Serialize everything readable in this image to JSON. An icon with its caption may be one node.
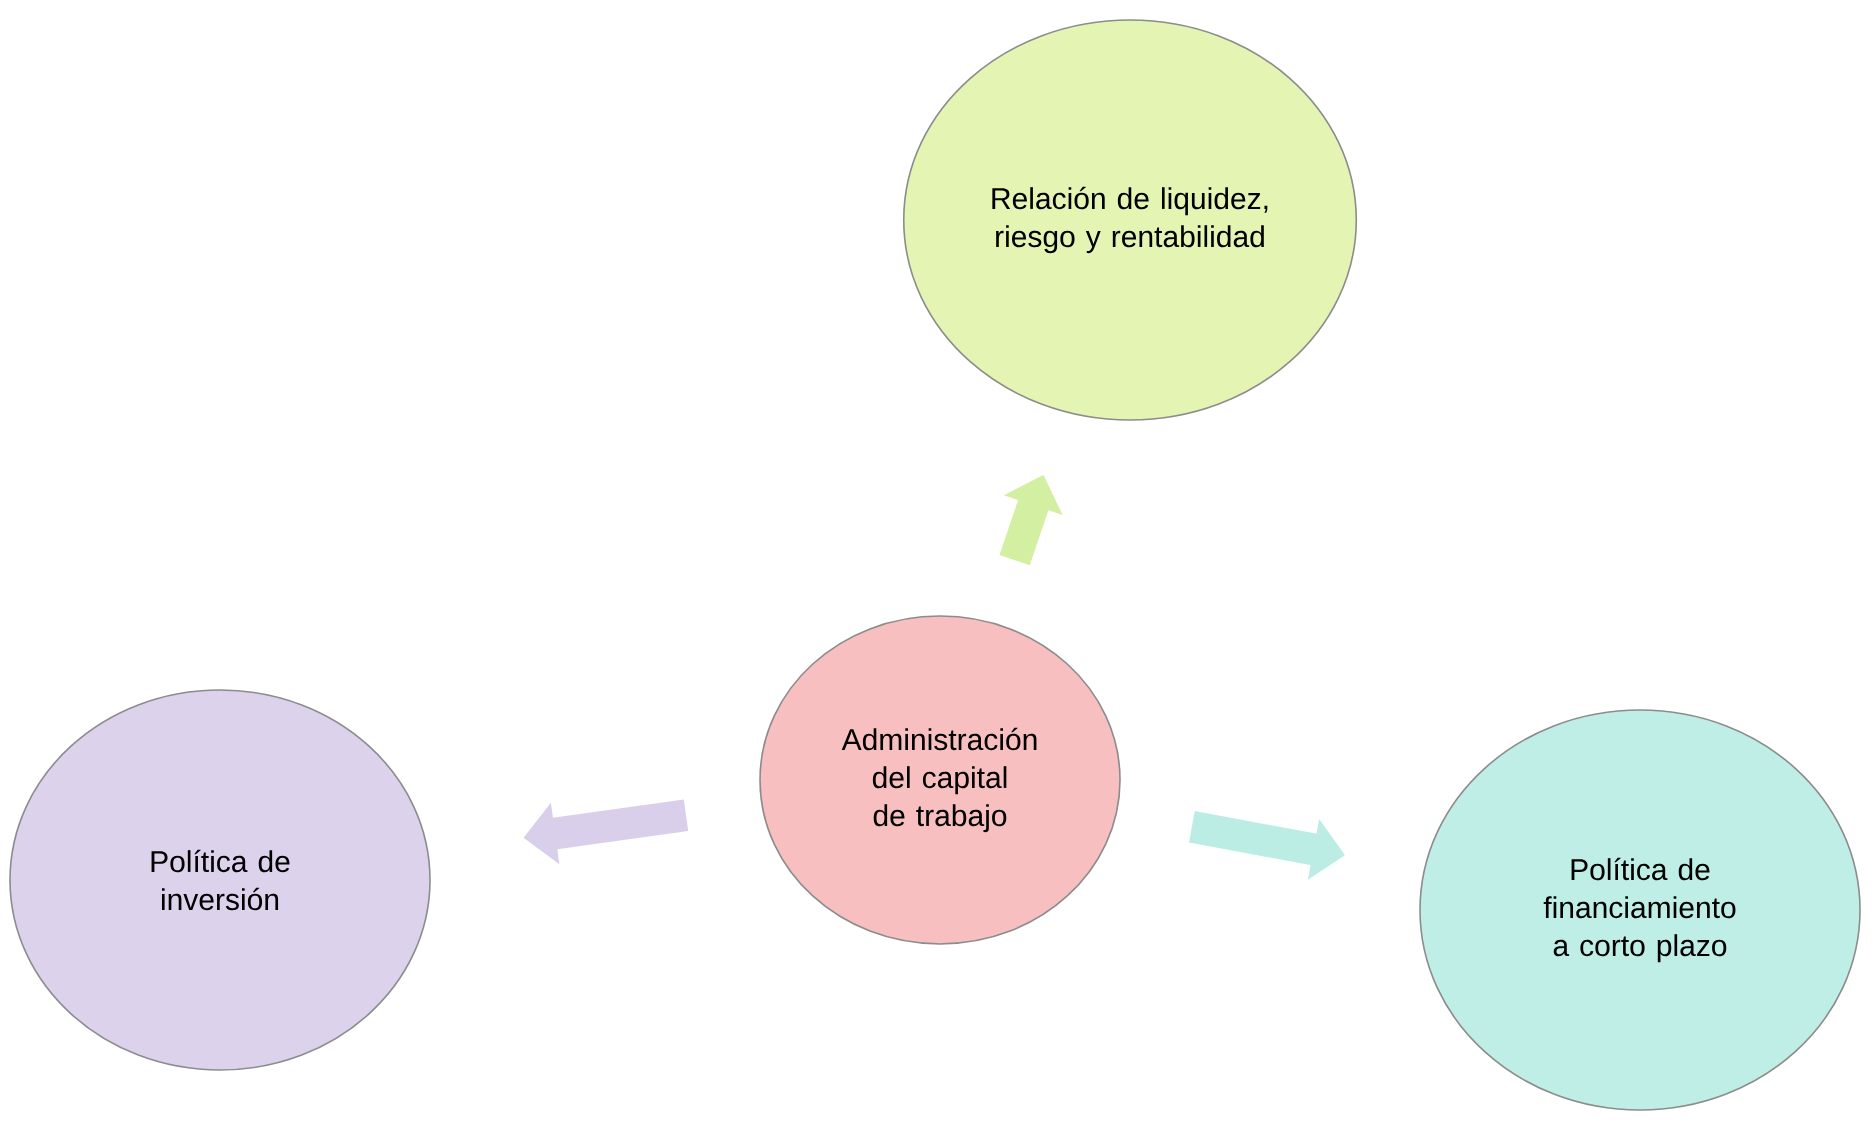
{
  "diagram": {
    "nodes": [
      {
        "text": [
          "Administración del capital de trabajo"
        ]
      },
      {
        "text": [
          "Relación de liquidez, riesgo y rentabilidad"
        ]
      },
      {
        "text": [
          "Política de inversión"
        ]
      },
      {
        "text": [
          "Política de financiamiento a corto plazo"
        ]
      }
    ],
    "edges": [
      {
        "from": 0,
        "to": 1,
        "arrow": "to",
        "color": "#d3efa2"
      },
      {
        "from": 0,
        "to": 2,
        "arrow": "to",
        "color": "#d9cfeb"
      },
      {
        "from": 0,
        "to": 3,
        "arrow": "to",
        "color": "#bcede5"
      }
    ]
  }
}
